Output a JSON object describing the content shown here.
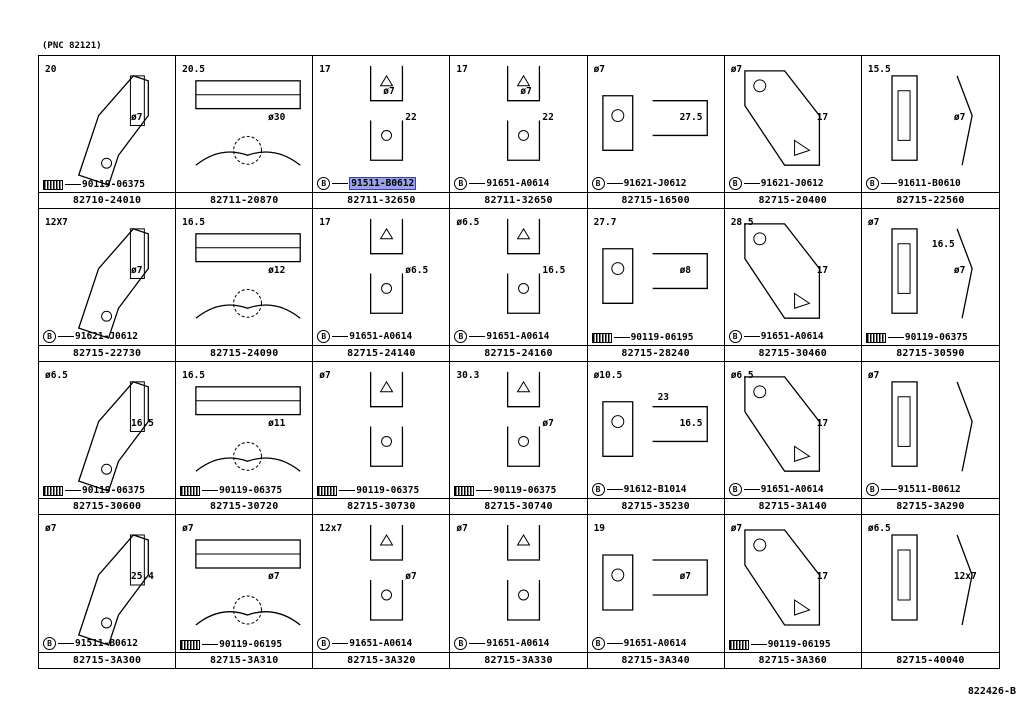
{
  "header": {
    "pnc": "(PNC 82121)"
  },
  "footer": {
    "ref": "822426-B"
  },
  "cells": [
    {
      "part": "82710-24010",
      "bolt": "90119-06375",
      "bolt_type": "screw",
      "dims": [
        "20",
        "ø7"
      ]
    },
    {
      "part": "82711-20870",
      "bolt": "",
      "bolt_type": "",
      "dims": [
        "20.5",
        "ø30"
      ]
    },
    {
      "part": "82711-32650",
      "bolt": "91511-B0612",
      "bolt_type": "circle",
      "highlight": true,
      "dims": [
        "17",
        "22",
        "ø7"
      ]
    },
    {
      "part": "82711-32650",
      "bolt": "91651-A0614",
      "bolt_type": "circle",
      "dims": [
        "17",
        "22",
        "ø7"
      ]
    },
    {
      "part": "82715-16500",
      "bolt": "91621-J0612",
      "bolt_type": "circle",
      "dims": [
        "ø7",
        "27.5"
      ]
    },
    {
      "part": "82715-20400",
      "bolt": "91621-J0612",
      "bolt_type": "circle",
      "dims": [
        "ø7",
        "17"
      ]
    },
    {
      "part": "82715-22560",
      "bolt": "91611-B0610",
      "bolt_type": "circle",
      "dims": [
        "15.5",
        "ø7"
      ]
    },
    {
      "part": "82715-22730",
      "bolt": "91621-J0612",
      "bolt_type": "circle",
      "dims": [
        "12X7",
        "ø7"
      ]
    },
    {
      "part": "82715-24090",
      "bolt": "",
      "bolt_type": "",
      "dims": [
        "16.5",
        "ø12"
      ]
    },
    {
      "part": "82715-24140",
      "bolt": "91651-A0614",
      "bolt_type": "circle",
      "dims": [
        "17",
        "ø6.5"
      ]
    },
    {
      "part": "82715-24160",
      "bolt": "91651-A0614",
      "bolt_type": "circle",
      "dims": [
        "ø6.5",
        "16.5"
      ]
    },
    {
      "part": "82715-28240",
      "bolt": "90119-06195",
      "bolt_type": "screw",
      "dims": [
        "27.7",
        "ø8"
      ]
    },
    {
      "part": "82715-30460",
      "bolt": "91651-A0614",
      "bolt_type": "circle",
      "dims": [
        "28.5",
        "17"
      ]
    },
    {
      "part": "82715-30590",
      "bolt": "90119-06375",
      "bolt_type": "screw",
      "dims": [
        "ø7",
        "ø7",
        "16.5"
      ]
    },
    {
      "part": "82715-30600",
      "bolt": "90119-06375",
      "bolt_type": "screw",
      "dims": [
        "ø6.5",
        "16.5"
      ]
    },
    {
      "part": "82715-30720",
      "bolt": "90119-06375",
      "bolt_type": "screw",
      "dims": [
        "16.5",
        "ø11"
      ]
    },
    {
      "part": "82715-30730",
      "bolt": "90119-06375",
      "bolt_type": "screw",
      "dims": [
        "ø7"
      ]
    },
    {
      "part": "82715-30740",
      "bolt": "90119-06375",
      "bolt_type": "screw",
      "dims": [
        "30.3",
        "ø7"
      ]
    },
    {
      "part": "82715-35230",
      "bolt": "91612-B1014",
      "bolt_type": "circle",
      "dims": [
        "ø10.5",
        "16.5",
        "23"
      ]
    },
    {
      "part": "82715-3A140",
      "bolt": "91651-A0614",
      "bolt_type": "circle",
      "dims": [
        "ø6.5",
        "17"
      ]
    },
    {
      "part": "82715-3A290",
      "bolt": "91511-B0612",
      "bolt_type": "circle",
      "dims": [
        "ø7"
      ]
    },
    {
      "part": "82715-3A300",
      "bolt": "91511-B0612",
      "bolt_type": "circle",
      "dims": [
        "ø7",
        "25.4"
      ]
    },
    {
      "part": "82715-3A310",
      "bolt": "90119-06195",
      "bolt_type": "screw",
      "dims": [
        "ø7",
        "ø7"
      ]
    },
    {
      "part": "82715-3A320",
      "bolt": "91651-A0614",
      "bolt_type": "circle",
      "dims": [
        "12x7",
        "ø7"
      ]
    },
    {
      "part": "82715-3A330",
      "bolt": "91651-A0614",
      "bolt_type": "circle",
      "dims": [
        "ø7"
      ]
    },
    {
      "part": "82715-3A340",
      "bolt": "91651-A0614",
      "bolt_type": "circle",
      "dims": [
        "19",
        "ø7"
      ]
    },
    {
      "part": "82715-3A360",
      "bolt": "90119-06195",
      "bolt_type": "screw",
      "dims": [
        "ø7",
        "17"
      ]
    },
    {
      "part": "82715-40040",
      "bolt": "",
      "bolt_type": "",
      "dims": [
        "ø6.5",
        "12x7"
      ]
    }
  ]
}
